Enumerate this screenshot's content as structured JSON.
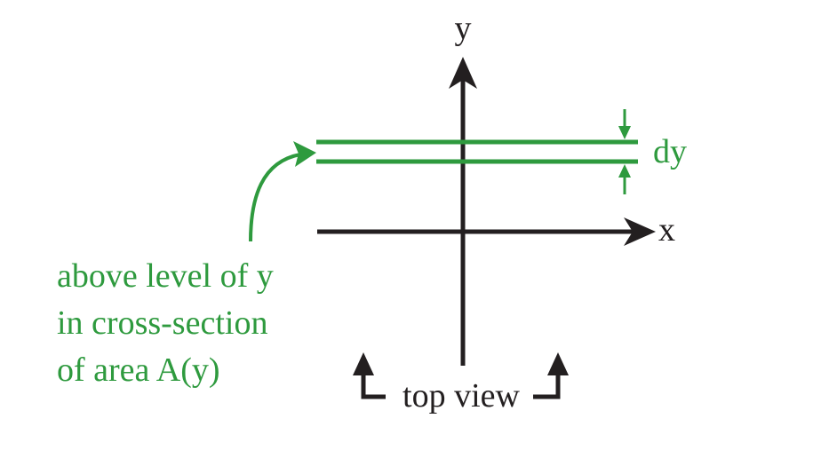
{
  "labels": {
    "y_axis": "y",
    "x_axis": "x",
    "dy": "dy",
    "annotation_lines": [
      "above level of y",
      "in cross-section",
      "of area A(y)"
    ],
    "view": "top view"
  },
  "colors": {
    "axis": "#231f20",
    "highlight": "#2e9a3e"
  }
}
